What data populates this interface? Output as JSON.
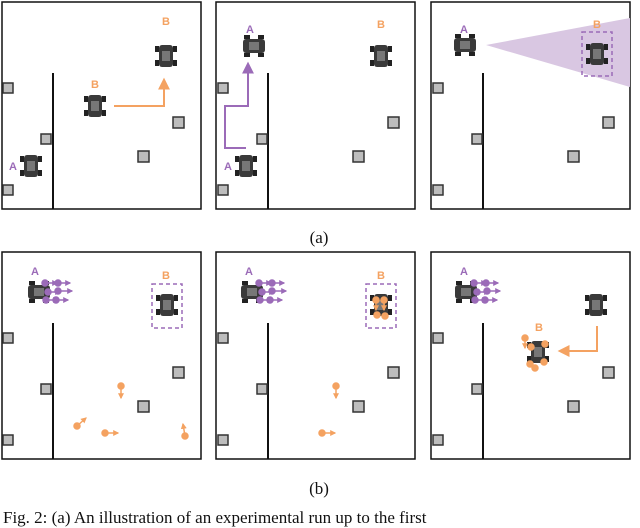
{
  "figure": {
    "subfigure_a_label": "(a)",
    "subfigure_b_label": "(b)",
    "caption_text": "Fig. 2: (a) An illustration of an experimental run up to the first"
  },
  "agents": {
    "a": {
      "label": "A",
      "color": "#9b6bb8"
    },
    "b": {
      "label": "B",
      "color": "#f4a261"
    }
  },
  "colors": {
    "vision_cone": "#d9c7e2",
    "obstacle_fill": "#bdbdbd",
    "car_body": "#3a3a3a",
    "panel_border": "#111111"
  }
}
